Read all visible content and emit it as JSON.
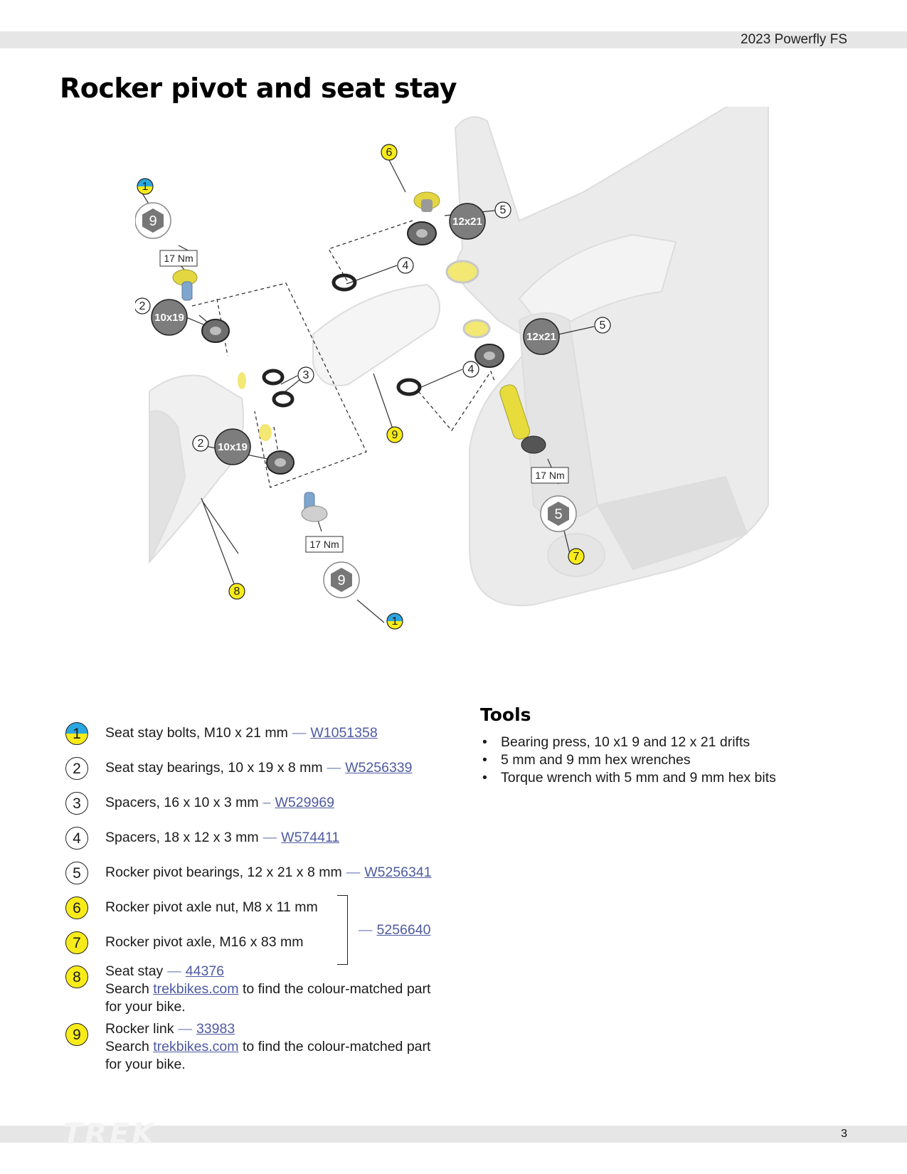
{
  "header": {
    "title": "2023 Powerfly FS"
  },
  "page_title": "Rocker pivot and seat stay",
  "diagram": {
    "torque_labels": [
      "17 Nm",
      "17 Nm",
      "17 Nm"
    ],
    "bearing_labels": [
      "10x19",
      "10x19",
      "12x21",
      "12x21"
    ],
    "hex_labels": [
      "9",
      "9",
      "5"
    ],
    "callouts": [
      "1",
      "1",
      "2",
      "2",
      "3",
      "4",
      "4",
      "5",
      "5",
      "6",
      "7",
      "8",
      "9"
    ],
    "colors": {
      "yellow": "#f7ec1a",
      "blue": "#2aa7e0",
      "bearing_gray": "#7d7d7d",
      "frame_gray": "#e9e9e9"
    }
  },
  "parts": [
    {
      "number": "1",
      "name": "Seat stay bolts, M10 x 21 mm",
      "sep": "—",
      "part_no": "W1051358"
    },
    {
      "number": "2",
      "name": "Seat stay bearings, 10 x 19 x 8 mm",
      "sep": "—",
      "part_no": "W5256339"
    },
    {
      "number": "3",
      "name": "Spacers, 16 x 10 x 3 mm",
      "sep": "–",
      "part_no": "W529969"
    },
    {
      "number": "4",
      "name": "Spacers, 18 x 12 x 3 mm",
      "sep": "—",
      "part_no": "W574411"
    },
    {
      "number": "5",
      "name": "Rocker pivot bearings, 12 x 21 x 8 mm",
      "sep": "—",
      "part_no": "W5256341"
    },
    {
      "number": "6",
      "name": "Rocker pivot axle nut, M8 x 11 mm"
    },
    {
      "number": "7",
      "name": "Rocker pivot axle, M16 x 83 mm"
    },
    {
      "number": "8",
      "name": "Seat stay",
      "sep": "—",
      "part_no": "44376",
      "note_before": "Search",
      "note_link": "trekbikes.com",
      "note_after": "to find the colour-matched part",
      "note_line2": "for your bike."
    },
    {
      "number": "9",
      "name": "Rocker link",
      "sep": "—",
      "part_no": "33983",
      "note_before": "Search",
      "note_link": "trekbikes.com",
      "note_after": "to find the colour-matched part",
      "note_line2": "for your bike."
    }
  ],
  "shared_part": {
    "sep": "—",
    "part_no": "5256640"
  },
  "tools": {
    "heading": "Tools",
    "items": [
      "Bearing press, 10 x1 9 and 12 x 21 drifts",
      "5 mm and 9 mm hex wrenches",
      "Torque wrench with 5 mm and 9 mm hex bits"
    ]
  },
  "footer": {
    "logo": "TREK",
    "page_number": "3"
  }
}
